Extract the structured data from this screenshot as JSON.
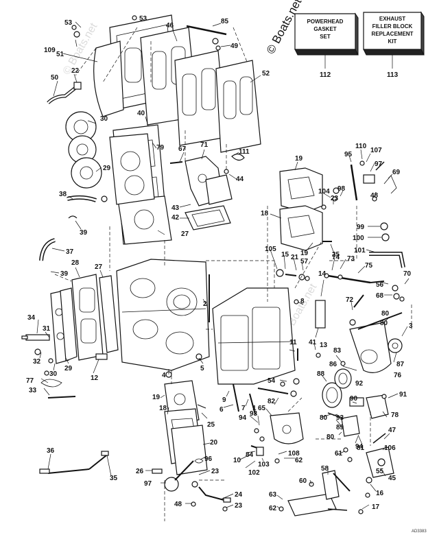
{
  "watermark": {
    "main": "© Boats.net",
    "faint": "© Boats.net"
  },
  "kits": [
    {
      "lines": [
        "POWERHEAD",
        "GASKET",
        "SET"
      ],
      "number": "112"
    },
    {
      "lines": [
        "EXHAUST",
        "FILLER BLOCK",
        "REPLACEMENT",
        "KIT"
      ],
      "number": "113"
    }
  ],
  "corner_code": "AD3383",
  "callouts": [
    "53",
    "53",
    "109",
    "51",
    "46",
    "85",
    "49",
    "52",
    "50",
    "22",
    "30",
    "40",
    "79",
    "67",
    "71",
    "111",
    "29",
    "44",
    "38",
    "39",
    "43",
    "42",
    "27",
    "37",
    "39",
    "28",
    "27",
    "34",
    "31",
    "32",
    "30",
    "29",
    "12",
    "77",
    "33",
    "36",
    "35",
    "26",
    "97",
    "48",
    "23",
    "24",
    "23",
    "19",
    "18",
    "25",
    "20",
    "96",
    "2",
    "5",
    "4",
    "9",
    "6",
    "7",
    "8",
    "1",
    "11",
    "13",
    "41",
    "14",
    "3",
    "54",
    "88",
    "92",
    "82",
    "89",
    "90",
    "91",
    "86",
    "76",
    "87",
    "83",
    "72",
    "70",
    "80",
    "68",
    "56",
    "80",
    "75",
    "73",
    "74",
    "105",
    "15",
    "21",
    "57",
    "19",
    "18",
    "104",
    "23",
    "98",
    "19",
    "25",
    "110",
    "107",
    "95",
    "97",
    "69",
    "48",
    "99",
    "100",
    "101",
    "94",
    "93",
    "65",
    "80",
    "81",
    "78",
    "84",
    "10",
    "102",
    "103",
    "108",
    "62",
    "94",
    "47",
    "106",
    "45",
    "61",
    "58",
    "60",
    "16",
    "63",
    "62",
    "17",
    "55",
    "80",
    "93"
  ]
}
